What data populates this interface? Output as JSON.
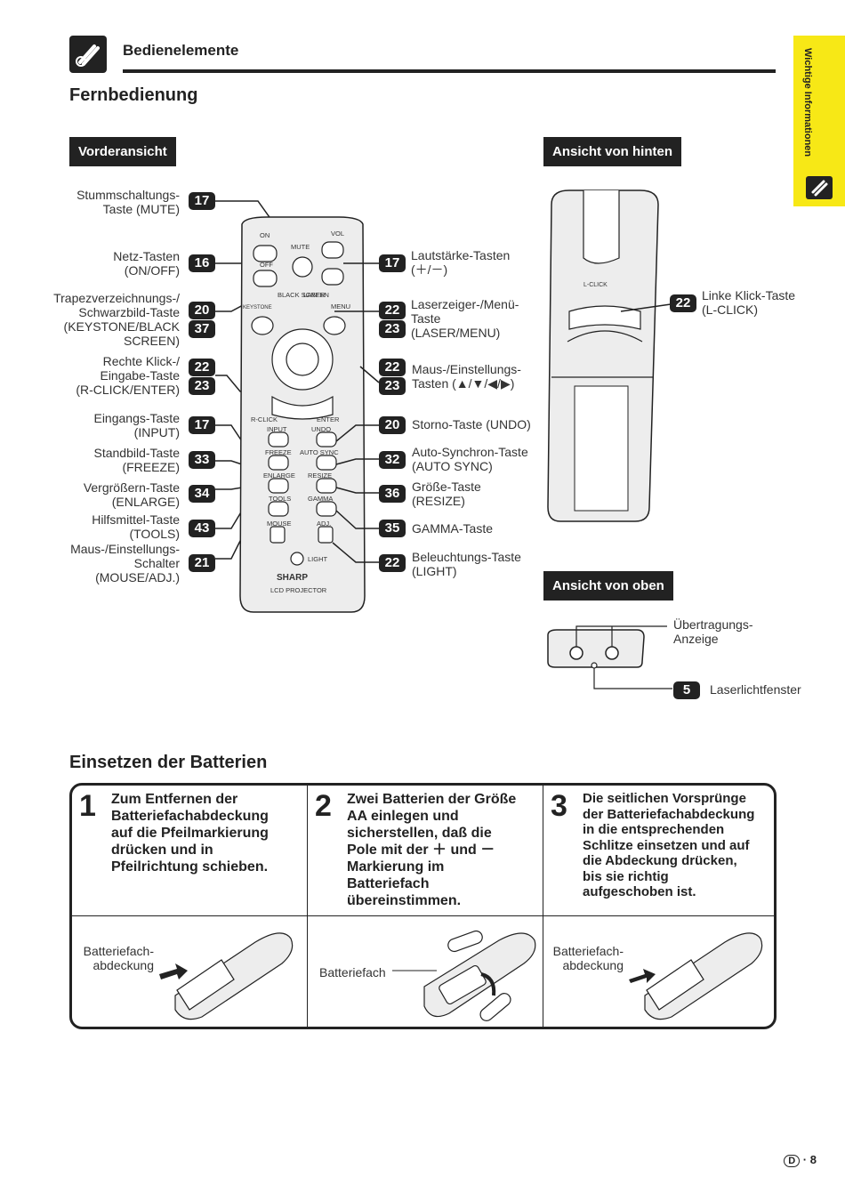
{
  "header": {
    "section_title": "Bedienelemente",
    "side_tab": "Wichtige Informationen"
  },
  "page_title": "Fernbedienung",
  "views": {
    "front": "Vorderansicht",
    "back": "Ansicht von hinten",
    "top": "Ansicht von oben"
  },
  "remote_labels": {
    "on": "ON",
    "off": "OFF",
    "mute": "MUTE",
    "vol": "VOL",
    "black_screen": "BLACK SCREEN",
    "laser": "LASER",
    "keystone": "KEYSTONE",
    "menu": "MENU",
    "r_click": "R-CLICK",
    "enter": "ENTER",
    "input": "INPUT",
    "undo": "UNDO",
    "freeze": "FREEZE",
    "auto_sync": "AUTO SYNC",
    "enlarge": "ENLARGE",
    "resize": "RESIZE",
    "tools": "TOOLS",
    "gamma": "GAMMA",
    "mouse": "MOUSE",
    "adj": "ADJ.",
    "light": "LIGHT",
    "brand": "SHARP",
    "model": "LCD PROJECTOR",
    "l_click": "L-CLICK"
  },
  "left_callouts": [
    {
      "text": "Stummschaltungs-\nTaste (MUTE)",
      "badges": [
        "17"
      ]
    },
    {
      "text": "Netz-Tasten\n(ON/OFF)",
      "badges": [
        "16"
      ]
    },
    {
      "text": "Trapezverzeichnungs-/\nSchwarzbild-Taste\n(KEYSTONE/BLACK\nSCREEN)",
      "badges": [
        "20",
        "37"
      ]
    },
    {
      "text": "Rechte Klick-/\nEingabe-Taste\n(R-CLICK/ENTER)",
      "badges": [
        "22",
        "23"
      ]
    },
    {
      "text": "Eingangs-Taste\n(INPUT)",
      "badges": [
        "17"
      ]
    },
    {
      "text": "Standbild-Taste\n(FREEZE)",
      "badges": [
        "33"
      ]
    },
    {
      "text": "Vergrößern-Taste\n(ENLARGE)",
      "badges": [
        "34"
      ]
    },
    {
      "text": "Hilfsmittel-Taste\n(TOOLS)",
      "badges": [
        "43"
      ]
    },
    {
      "text": "Maus-/Einstellungs-\nSchalter\n(MOUSE/ADJ.)",
      "badges": [
        "21"
      ]
    }
  ],
  "right_callouts": [
    {
      "text": "Lautstärke-Tasten\n(＋/－)",
      "badges": [
        "17"
      ]
    },
    {
      "text": "Laserzeiger-/Menü-\nTaste\n(LASER/MENU)",
      "badges": [
        "22",
        "23"
      ]
    },
    {
      "text": "Maus-/Einstellungs-\nTasten (▲/▼/◀/▶)",
      "badges": [
        "22",
        "23"
      ]
    },
    {
      "text": "Storno-Taste (UNDO)",
      "badges": [
        "20"
      ]
    },
    {
      "text": "Auto-Synchron-Taste\n(AUTO SYNC)",
      "badges": [
        "32"
      ]
    },
    {
      "text": "Größe-Taste\n(RESIZE)",
      "badges": [
        "36"
      ]
    },
    {
      "text": "GAMMA-Taste",
      "badges": [
        "35"
      ]
    },
    {
      "text": "Beleuchtungs-Taste\n(LIGHT)",
      "badges": [
        "22"
      ]
    }
  ],
  "back_callout": {
    "text": "Linke Klick-Taste\n(L-CLICK)",
    "badge": "22"
  },
  "top_callouts": [
    {
      "text": "Übertragungs-\nAnzeige"
    },
    {
      "text": "Laserlichtfenster",
      "badge": "5"
    }
  ],
  "batteries": {
    "title": "Einsetzen der Batterien",
    "steps": [
      {
        "num": "1",
        "text": "Zum Entfernen der\nBatteriefachabdeckung\nauf die Pfeilmarkierung\ndrücken und in\nPfeilrichtung schieben.",
        "caption": "Batteriefach-\nabdeckung"
      },
      {
        "num": "2",
        "text": "Zwei Batterien der Größe\nAA einlegen und\nsicherstellen, daß die\nPole mit der ＋ und －\nMarkierung im\nBatteriefach\nübereinstimmen.",
        "caption": "Batteriefach"
      },
      {
        "num": "3",
        "text": "Die seitlichen Vorsprünge\nder Batteriefachabdeckung\nin die entsprechenden\nSchlitze einsetzen und auf\ndie Abdeckung drücken,\nbis sie richtig\naufgeschoben ist.",
        "caption": "Batteriefach-\nabdeckung"
      }
    ]
  },
  "footer": {
    "lang": "D",
    "page": "8"
  }
}
